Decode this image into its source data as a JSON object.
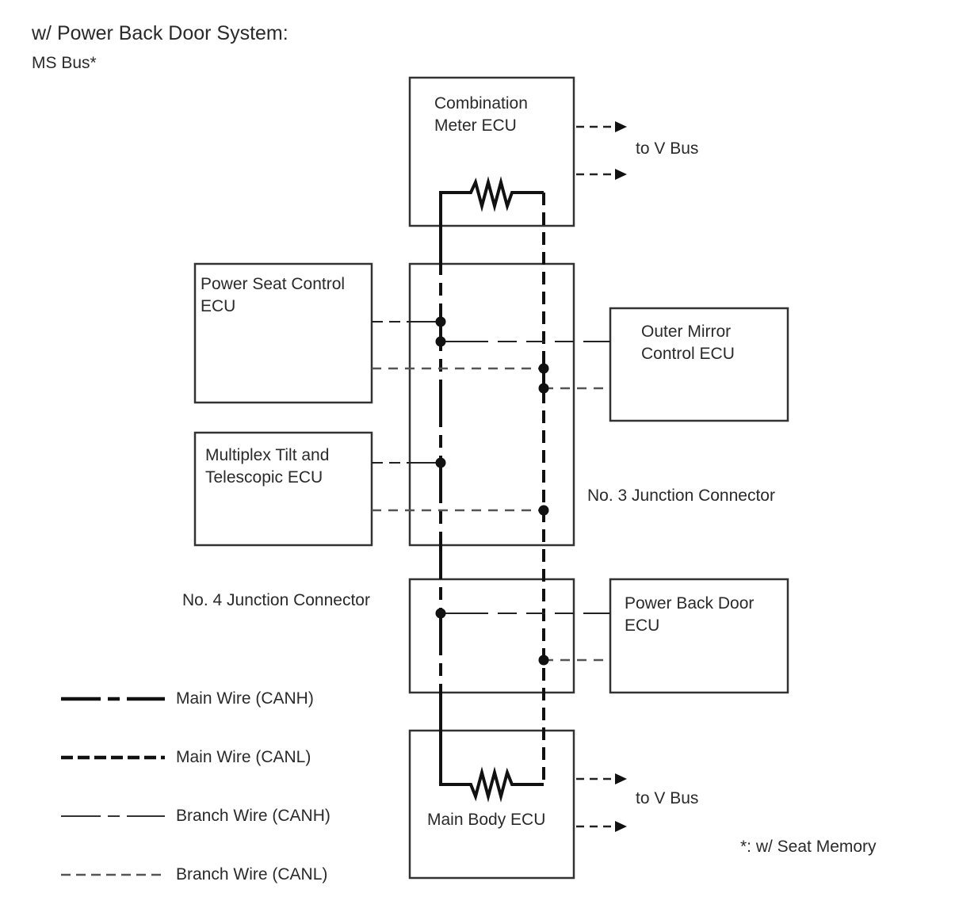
{
  "title": "w/ Power Back Door System:",
  "subtitle": "MS Bus*",
  "footnote": "*: w/ Seat Memory",
  "components": {
    "combination_meter": {
      "line1": "Combination",
      "line2": "Meter ECU",
      "has_terminator": true
    },
    "power_seat": {
      "line1": "Power Seat Control",
      "line2": "ECU"
    },
    "outer_mirror": {
      "line1": "Outer Mirror",
      "line2": "Control ECU"
    },
    "tilt_telescopic": {
      "line1": "Multiplex Tilt and",
      "line2": "Telescopic ECU"
    },
    "no3_junction": {
      "label": "No. 3 Junction Connector"
    },
    "no4_junction": {
      "label": "No. 4 Junction Connector"
    },
    "power_back_door": {
      "line1": "Power Back Door",
      "line2": "ECU"
    },
    "main_body": {
      "label": "Main Body ECU",
      "has_terminator": true
    }
  },
  "external_links": {
    "top": "to V Bus",
    "bottom": "to V Bus"
  },
  "connections": [
    {
      "from": "Power Seat Control ECU",
      "to": "No. 3 Junction Connector",
      "wire": "CANH"
    },
    {
      "from": "Power Seat Control ECU",
      "to": "No. 3 Junction Connector",
      "wire": "CANL"
    },
    {
      "from": "Outer Mirror Control ECU",
      "to": "No. 3 Junction Connector",
      "wire": "CANH"
    },
    {
      "from": "Outer Mirror Control ECU",
      "to": "No. 3 Junction Connector",
      "wire": "CANL"
    },
    {
      "from": "Multiplex Tilt and Telescopic ECU",
      "to": "No. 3 Junction Connector",
      "wire": "CANH"
    },
    {
      "from": "Multiplex Tilt and Telescopic ECU",
      "to": "No. 3 Junction Connector",
      "wire": "CANL"
    },
    {
      "from": "Power Back Door ECU",
      "to": "No. 4 Junction Connector",
      "wire": "CANH"
    },
    {
      "from": "Power Back Door ECU",
      "to": "No. 4 Junction Connector",
      "wire": "CANL"
    },
    {
      "from": "Combination Meter ECU",
      "to": "Main Body ECU",
      "wire": "Main CANH / CANL"
    }
  ],
  "legend": [
    {
      "key": "main-canh",
      "label": "Main Wire (CANH)"
    },
    {
      "key": "main-canl",
      "label": "Main Wire (CANL)"
    },
    {
      "key": "branch-canh",
      "label": "Branch Wire (CANH)"
    },
    {
      "key": "branch-canl",
      "label": "Branch Wire (CANL)"
    }
  ],
  "colors": {
    "line": "#111111",
    "box": "#333333",
    "branch_canl": "#555555",
    "text": "#2a2a2a"
  }
}
